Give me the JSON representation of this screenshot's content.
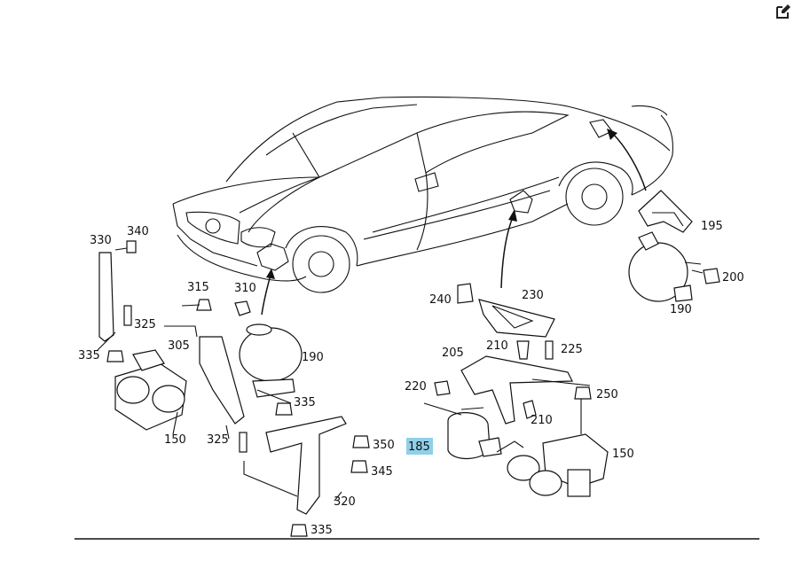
{
  "toolbar": {
    "edit_icon": "edit-icon"
  },
  "callouts": {
    "c330": "330",
    "c340": "340",
    "c315": "315",
    "c310": "310",
    "c325a": "325",
    "c305": "305",
    "c335a": "335",
    "c190a": "190",
    "c335b": "335",
    "c150a": "150",
    "c325b": "325",
    "c350": "350",
    "c345": "345",
    "c320": "320",
    "c335c": "335",
    "c240": "240",
    "c230": "230",
    "c205": "205",
    "c210a": "210",
    "c225": "225",
    "c220": "220",
    "c250": "250",
    "c210b": "210",
    "c185": "185",
    "c150b": "150",
    "c195": "195",
    "c200": "200",
    "c190b": "190"
  },
  "highlight": {
    "part": "185",
    "color": "#8fd0e8"
  }
}
